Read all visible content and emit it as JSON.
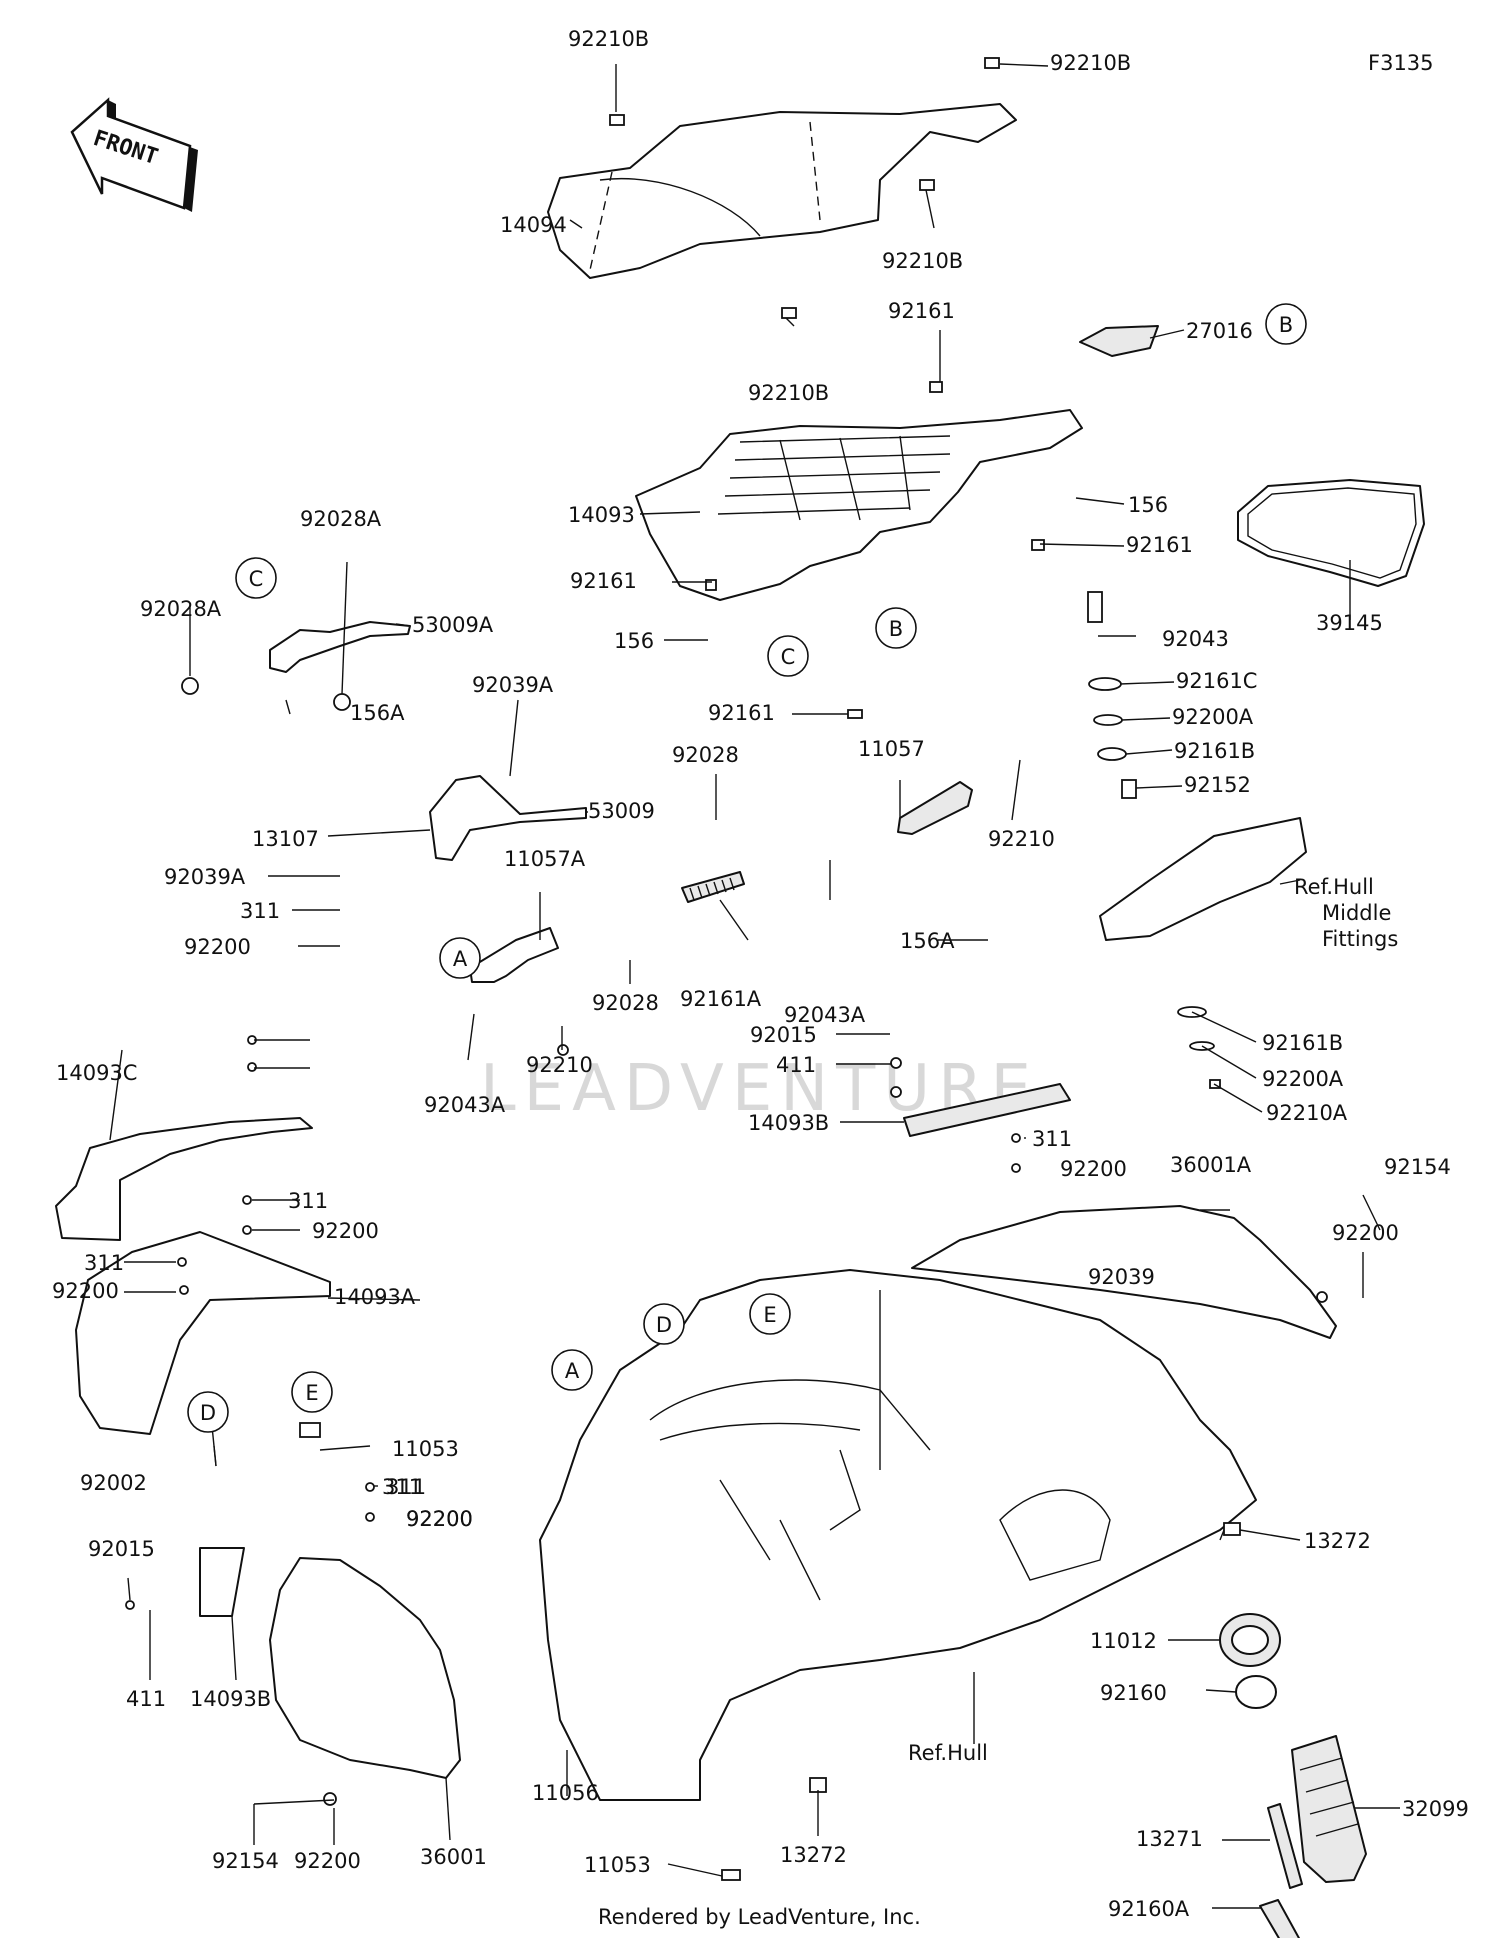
{
  "figure_code": "F3135",
  "front_arrow_label": "FRONT",
  "watermark": "LEADVENTURE",
  "footer": "Rendered by LeadVenture, Inc.",
  "callouts": [
    {
      "id": "ca1",
      "text": "C"
    },
    {
      "id": "ca2",
      "text": "C"
    },
    {
      "id": "ca3",
      "text": "B"
    },
    {
      "id": "ca4",
      "text": "B"
    },
    {
      "id": "ca5",
      "text": "A"
    },
    {
      "id": "ca6",
      "text": "A"
    },
    {
      "id": "ca7",
      "text": "D"
    },
    {
      "id": "ca8",
      "text": "D"
    },
    {
      "id": "ca9",
      "text": "E"
    },
    {
      "id": "ca10",
      "text": "E"
    }
  ],
  "labels": [
    {
      "id": "l1",
      "text": "92210B"
    },
    {
      "id": "l2",
      "text": "92210B"
    },
    {
      "id": "l3",
      "text": "14094"
    },
    {
      "id": "l4",
      "text": "92210B"
    },
    {
      "id": "l5",
      "text": "92210B"
    },
    {
      "id": "l6",
      "text": "92161"
    },
    {
      "id": "l7",
      "text": "27016"
    },
    {
      "id": "l8",
      "text": "14093"
    },
    {
      "id": "l9",
      "text": "156"
    },
    {
      "id": "l10",
      "text": "92161"
    },
    {
      "id": "l11",
      "text": "92161"
    },
    {
      "id": "l12",
      "text": "156"
    },
    {
      "id": "l13",
      "text": "92161"
    },
    {
      "id": "l14",
      "text": "92043"
    },
    {
      "id": "l15",
      "text": "92161C"
    },
    {
      "id": "l16",
      "text": "92200A"
    },
    {
      "id": "l17",
      "text": "92161B"
    },
    {
      "id": "l18",
      "text": "92152"
    },
    {
      "id": "l19",
      "text": "39145"
    },
    {
      "id": "l20",
      "text": "92028A"
    },
    {
      "id": "l21",
      "text": "92028A"
    },
    {
      "id": "l22",
      "text": "53009A"
    },
    {
      "id": "l23",
      "text": "156A"
    },
    {
      "id": "l24",
      "text": "92039A"
    },
    {
      "id": "l25",
      "text": "53009"
    },
    {
      "id": "l26",
      "text": "13107"
    },
    {
      "id": "l27",
      "text": "92039A"
    },
    {
      "id": "l28",
      "text": "311"
    },
    {
      "id": "l29",
      "text": "92200"
    },
    {
      "id": "l30",
      "text": "92028"
    },
    {
      "id": "l31",
      "text": "11057"
    },
    {
      "id": "l32",
      "text": "92210"
    },
    {
      "id": "l33",
      "text": "11057A"
    },
    {
      "id": "l34",
      "text": "156A"
    },
    {
      "id": "l35",
      "text": "92161A"
    },
    {
      "id": "l36",
      "text": "92043A"
    },
    {
      "id": "l37",
      "text": "92028"
    },
    {
      "id": "l38",
      "text": "92210"
    },
    {
      "id": "l39",
      "text": "92043A"
    },
    {
      "id": "l40",
      "text": "Ref.Hull"
    },
    {
      "id": "l41",
      "text": "Middle"
    },
    {
      "id": "l42",
      "text": "Fittings"
    },
    {
      "id": "l43",
      "text": "92161B"
    },
    {
      "id": "l44",
      "text": "92200A"
    },
    {
      "id": "l45",
      "text": "92210A"
    },
    {
      "id": "l46",
      "text": "92015"
    },
    {
      "id": "l47",
      "text": "411"
    },
    {
      "id": "l48",
      "text": "14093B"
    },
    {
      "id": "l49",
      "text": "311"
    },
    {
      "id": "l50",
      "text": "92200"
    },
    {
      "id": "l51",
      "text": "14093C"
    },
    {
      "id": "l52",
      "text": "311"
    },
    {
      "id": "l53",
      "text": "92200"
    },
    {
      "id": "l54",
      "text": "311"
    },
    {
      "id": "l55",
      "text": "92200"
    },
    {
      "id": "l56",
      "text": "14093A"
    },
    {
      "id": "l57",
      "text": "11053"
    },
    {
      "id": "l58",
      "text": "92002"
    },
    {
      "id": "l59",
      "text": "311"
    },
    {
      "id": "l60",
      "text": "92200"
    },
    {
      "id": "l61",
      "text": "36001A"
    },
    {
      "id": "l62",
      "text": "92154"
    },
    {
      "id": "l63",
      "text": "92200"
    },
    {
      "id": "l64",
      "text": "92039"
    },
    {
      "id": "l65",
      "text": "13272"
    },
    {
      "id": "l66",
      "text": "92015"
    },
    {
      "id": "l67",
      "text": "311"
    },
    {
      "id": "l68",
      "text": "92200"
    },
    {
      "id": "l69",
      "text": "411"
    },
    {
      "id": "l70",
      "text": "14093B"
    },
    {
      "id": "l71",
      "text": "11012"
    },
    {
      "id": "l72",
      "text": "92160"
    },
    {
      "id": "l73",
      "text": "32099"
    },
    {
      "id": "l74",
      "text": "Ref.Hull"
    },
    {
      "id": "l75",
      "text": "11056"
    },
    {
      "id": "l76",
      "text": "13271"
    },
    {
      "id": "l77",
      "text": "92160A"
    },
    {
      "id": "l78",
      "text": "92154"
    },
    {
      "id": "l79",
      "text": "92200"
    },
    {
      "id": "l80",
      "text": "36001"
    },
    {
      "id": "l81",
      "text": "11053"
    },
    {
      "id": "l82",
      "text": "13272"
    }
  ]
}
